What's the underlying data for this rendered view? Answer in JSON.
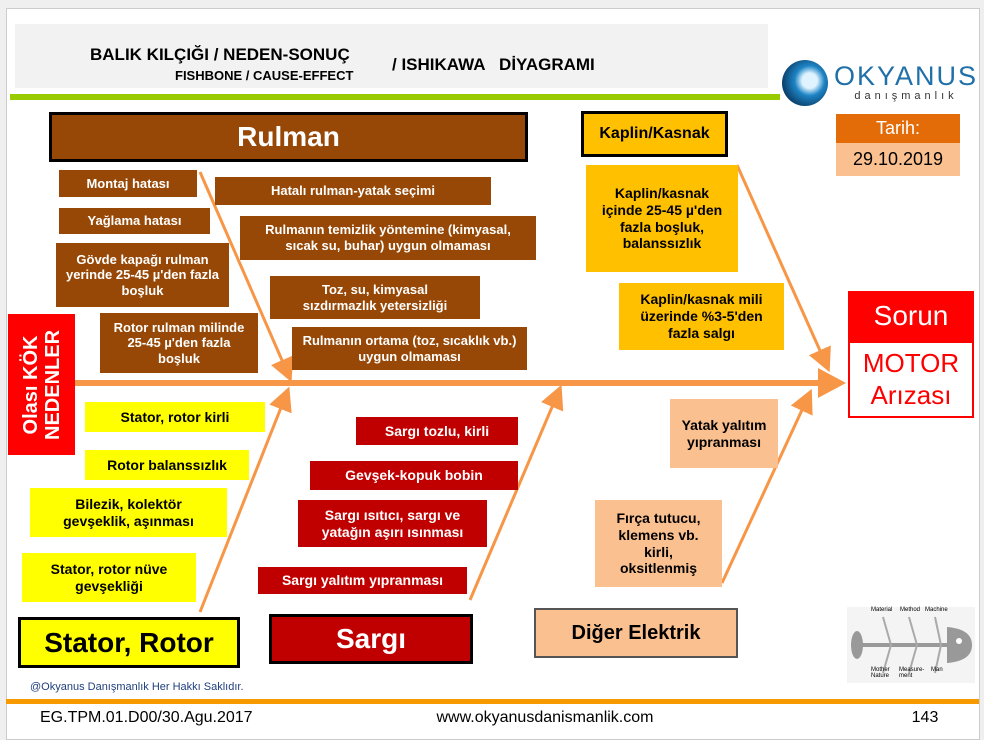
{
  "title": {
    "line1": "BALIK KILÇIĞI / NEDEN-SONUÇ",
    "line2": "FISHBONE / CAUSE-EFFECT",
    "line3": "/ ISHIKAWA   DİYAGRAMI"
  },
  "logo": {
    "name": "OKYANUS",
    "sub": "danışmanlık"
  },
  "date": {
    "label": "Tarih:",
    "value": "29.10.2019"
  },
  "root_label": "Olası KÖK NEDENLER",
  "problem": {
    "label": "Sorun",
    "value": "MOTOR Arızası"
  },
  "categories": {
    "rulman": {
      "title": "Rulman",
      "causes": [
        "Montaj hatası",
        "Yağlama hatası",
        "Gövde kapağı rulman yerinde 25-45 µ'den fazla boşluk",
        "Rotor rulman milinde 25-45 µ'den fazla boşluk",
        "Hatalı rulman-yatak seçimi",
        "Rulmanın temizlik yöntemine (kimyasal, sıcak su, buhar) uygun olmaması",
        "Toz, su, kimyasal sızdırmazlık yetersizliği",
        "Rulmanın ortama (toz, sıcaklık vb.) uygun olmaması"
      ]
    },
    "kaplin": {
      "title": "Kaplin/Kasnak",
      "causes": [
        "Kaplin/kasnak içinde 25-45 µ'den fazla boşluk, balanssızlık",
        "Kaplin/kasnak mili üzerinde %3-5'den fazla salgı"
      ]
    },
    "stator": {
      "title": "Stator, Rotor",
      "causes": [
        "Stator, rotor kirli",
        "Rotor balanssızlık",
        "Bilezik, kolektör gevşeklik, aşınması",
        "Stator, rotor nüve gevşekliği"
      ]
    },
    "sargi": {
      "title": "Sargı",
      "causes": [
        "Sargı tozlu, kirli",
        "Gevşek-kopuk bobin",
        "Sargı ısıtıcı, sargı ve yatağın aşırı ısınması",
        "Sargı yalıtım yıpranması"
      ]
    },
    "diger": {
      "title": "Diğer Elektrik",
      "causes": [
        "Yatak yalıtım yıpranması",
        "Fırça tutucu, klemens vb. kirli, oksitlenmiş"
      ]
    }
  },
  "fish_labels": [
    "Material",
    "Method",
    "Machine",
    "Mother Nature",
    "Measure-ment",
    "Man"
  ],
  "copyright": "@Okyanus Danışmanlık Her Hakkı Saklıdır.",
  "footer": {
    "code": "EG.TPM.01.D00/30.Agu.2017",
    "url": "www.okyanusdanismanlik.com",
    "page": "143"
  },
  "colors": {
    "arrow": "#f79646",
    "brown": "#974806",
    "red": "#c00000",
    "yellow": "#ffff00",
    "gold": "#ffc000",
    "peach": "#fac090"
  }
}
